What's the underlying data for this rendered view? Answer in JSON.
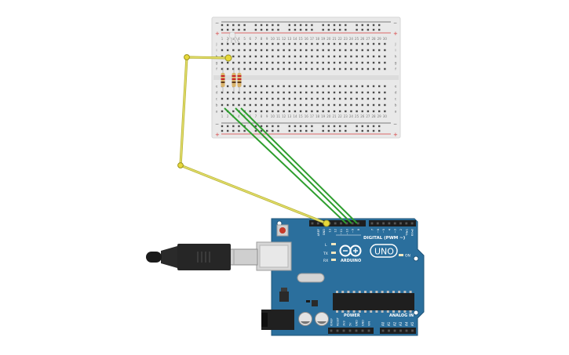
{
  "breadboard": {
    "column_numbers": [
      "1",
      "2",
      "3",
      "4",
      "5",
      "6",
      "7",
      "8",
      "9",
      "10",
      "11",
      "12",
      "13",
      "14",
      "15",
      "16",
      "17",
      "18",
      "19",
      "20",
      "21",
      "22",
      "23",
      "24",
      "25",
      "26",
      "27",
      "28",
      "29",
      "30"
    ],
    "row_letters_top": [
      "j",
      "i",
      "h",
      "g",
      "f"
    ],
    "row_letters_bottom": [
      "e",
      "d",
      "c",
      "b",
      "a"
    ],
    "rail_plus": "+",
    "rail_minus": "−"
  },
  "arduino": {
    "brand": "ARDUINO",
    "model": "UNO",
    "digital_label": "DIGITAL (PWM ~)",
    "power_label": "POWER",
    "analog_label": "ANALOG IN",
    "on_label": "ON",
    "led_labels": [
      "L",
      "TX",
      "RX"
    ],
    "header_top_left": [
      "",
      "AREF",
      "GND",
      "13",
      "12",
      "~11",
      "~10",
      "~9",
      "8"
    ],
    "header_top_right": [
      "7",
      "~6",
      "~5",
      "4",
      "~3",
      "2",
      "TX▸1",
      "RX◂0"
    ],
    "power_pins": [
      "IOREF",
      "RESET",
      "3V3",
      "5V",
      "GND",
      "GND",
      "VIN"
    ],
    "analog_pins": [
      "A0",
      "A1",
      "A2",
      "A3",
      "A4",
      "A5"
    ]
  },
  "colors": {
    "board_blue": "#2b6f9d",
    "breadboard": "#e9e9e9",
    "wire_yellow": "#d8d454",
    "wire_green": "#3aa53a",
    "rail_red": "#d63b3b",
    "rail_black": "#555555"
  }
}
